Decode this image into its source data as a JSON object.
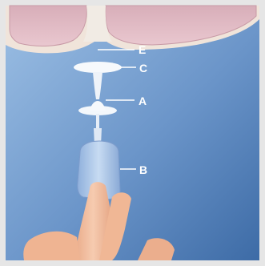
{
  "figure": {
    "labels": {
      "e": "E",
      "c": "C",
      "a": "A",
      "b": "B"
    },
    "colors": {
      "background_top": "#8fb4de",
      "background_bottom": "#3f6faa",
      "tissue": "#e6c3cc",
      "tissue_edge": "#c89aa6",
      "stalk": "#f2ece6",
      "device": "#f4f8fc",
      "sleeve": "#a9c4e6",
      "finger": "#f1b896",
      "frame": "#d9d9d9"
    }
  }
}
